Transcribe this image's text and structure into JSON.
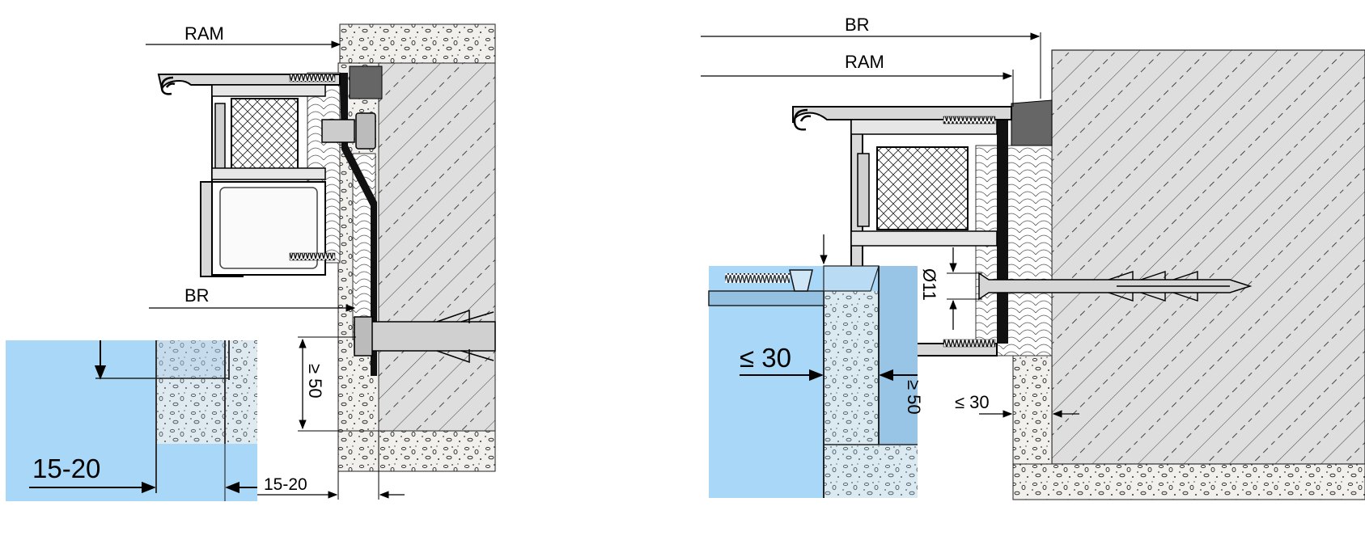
{
  "left_detail": {
    "ram_label": "RAM",
    "br_label": "BR",
    "min_anchor_label": "≥ 50",
    "gap_label": "15-20"
  },
  "left_zoom": {
    "gap_label": "15-20"
  },
  "right_detail": {
    "br_label": "BR",
    "ram_label": "RAM",
    "diameter_label": "Ø11",
    "gap_label": "≤ 30"
  },
  "right_zoom": {
    "gap_label": "≤ 30",
    "partial_label": "≥ 50"
  },
  "colors": {
    "zoom_bg": "#a8d7f7",
    "concrete": "#ecebe8",
    "wall": "#dcdcdc",
    "seal": "#666666",
    "line": "#000000"
  }
}
